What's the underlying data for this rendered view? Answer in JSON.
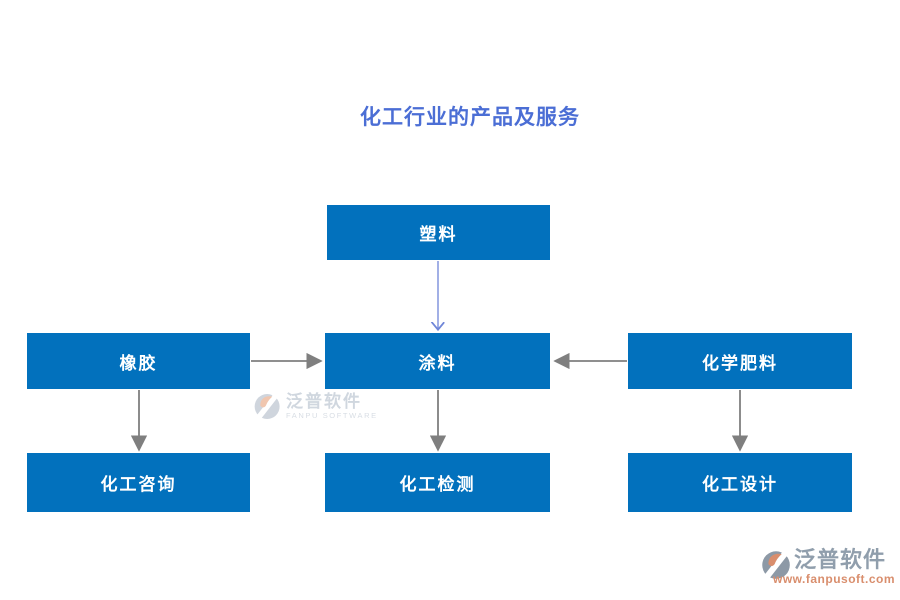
{
  "title": "化工行业的产品及服务",
  "colors": {
    "node_fill": "#0271bd",
    "node_text": "#ffffff",
    "title_text": "#4b6ed5",
    "arrow_blue": "#6f86d8",
    "arrow_gray": "#7f7f7f",
    "watermark_gray": "#ced5de",
    "logo_gray": "#8d99a6",
    "logo_salmon": "#d98e6d"
  },
  "diagram": {
    "nodes": [
      {
        "id": "plastic",
        "label": "塑料",
        "row": "top",
        "col": "center"
      },
      {
        "id": "rubber",
        "label": "橡胶",
        "row": "middle",
        "col": "left"
      },
      {
        "id": "coating",
        "label": "涂料",
        "row": "middle",
        "col": "center"
      },
      {
        "id": "fertilizer",
        "label": "化学肥料",
        "row": "middle",
        "col": "right"
      },
      {
        "id": "consulting",
        "label": "化工咨询",
        "row": "bottom",
        "col": "left"
      },
      {
        "id": "testing",
        "label": "化工检测",
        "row": "bottom",
        "col": "center"
      },
      {
        "id": "design",
        "label": "化工设计",
        "row": "bottom",
        "col": "right"
      }
    ],
    "edges": [
      {
        "from": "塑料",
        "to": "涂料",
        "color": "#6f86d8",
        "style": "open-arrow",
        "direction": "down"
      },
      {
        "from": "橡胶",
        "to": "涂料",
        "color": "#7f7f7f",
        "style": "solid-arrow",
        "direction": "right"
      },
      {
        "from": "化学肥料",
        "to": "涂料",
        "color": "#7f7f7f",
        "style": "solid-arrow",
        "direction": "left"
      },
      {
        "from": "橡胶",
        "to": "化工咨询",
        "color": "#7f7f7f",
        "style": "solid-arrow",
        "direction": "down"
      },
      {
        "from": "涂料",
        "to": "化工检测",
        "color": "#7f7f7f",
        "style": "solid-arrow",
        "direction": "down"
      },
      {
        "from": "化学肥料",
        "to": "化工设计",
        "color": "#7f7f7f",
        "style": "solid-arrow",
        "direction": "down"
      }
    ]
  },
  "watermark": {
    "brand": "泛普软件",
    "brand_sub": "FANPU SOFTWARE"
  },
  "footer_logo": {
    "brand": "泛普软件",
    "url": "www.fanpusoft.com"
  }
}
